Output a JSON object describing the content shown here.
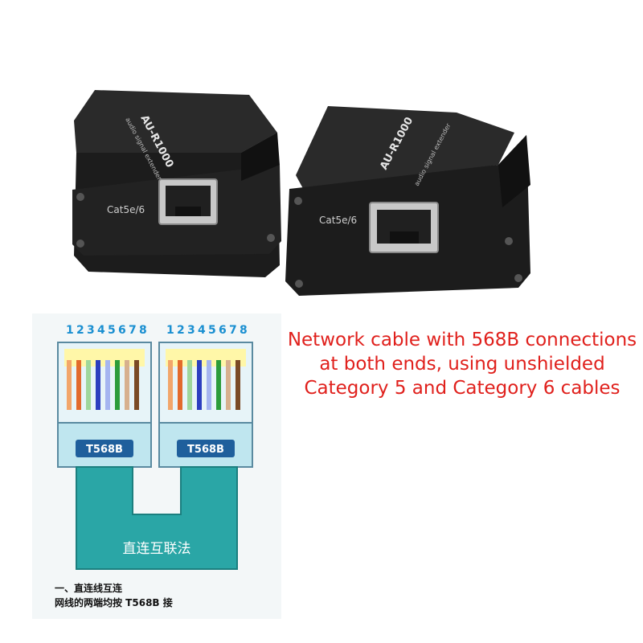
{
  "product": {
    "model": "AU-R1000",
    "subtitle": "audio signal extender",
    "port_label": "Cat5e/6"
  },
  "diagram": {
    "pin_numbers": [
      "1",
      "2",
      "3",
      "4",
      "5",
      "6",
      "7",
      "8"
    ],
    "plug_label": "T568B",
    "connection_label": "直连互联法",
    "note_line1": "一、直连线互连",
    "note_line2": "网线的两端均按 T568B 接"
  },
  "caption": {
    "line1": "Network cable with 568B connections",
    "line2": "at both ends, using unshielded",
    "line3": "Category 5 and Category 6 cables"
  },
  "colors": {
    "caption": "#e0201c",
    "pin_numbers": "#1a8fd1",
    "cable": "#2aa6a6",
    "plug": "#bfe6ef",
    "device": "#1c1c1c"
  }
}
